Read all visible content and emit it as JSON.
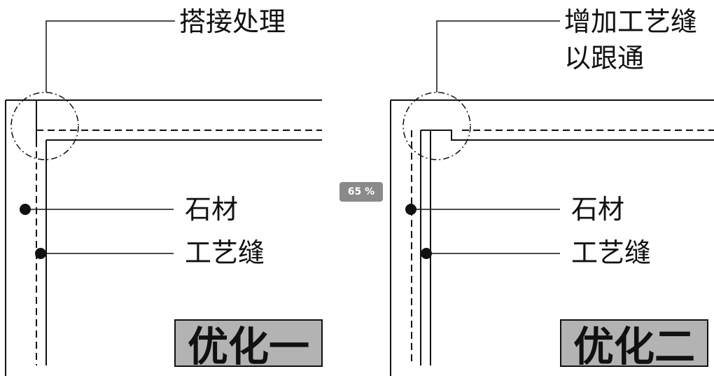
{
  "zoom": {
    "label": "65 %"
  },
  "left_panel": {
    "callout_top": "搭接处理",
    "callout_stone": "石材",
    "callout_joint": "工艺缝",
    "title": "优化一"
  },
  "right_panel": {
    "callout_top_line1": "增加工艺缝",
    "callout_top_line2": "以跟通",
    "callout_stone": "石材",
    "callout_joint": "工艺缝",
    "title": "优化二"
  }
}
